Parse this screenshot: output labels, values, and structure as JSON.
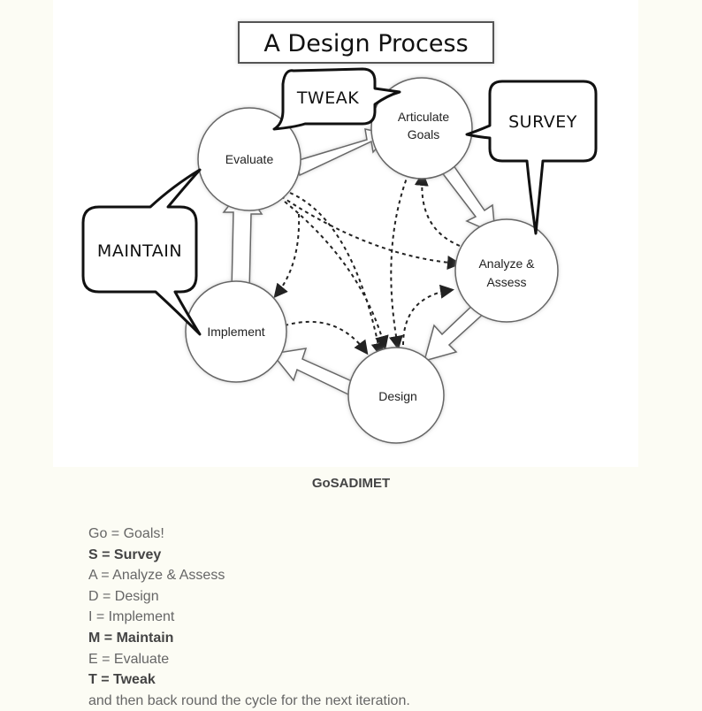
{
  "diagram": {
    "title": "A Design Process",
    "nodes": {
      "evaluate": "Evaluate",
      "articulate_line1": "Articulate",
      "articulate_line2": "Goals",
      "analyze_line1": "Analyze &",
      "analyze_line2": "Assess",
      "design": "Design",
      "implement": "Implement"
    },
    "bubbles": {
      "tweak": "TWEAK",
      "survey": "SURVEY",
      "maintain": "MAINTAIN"
    }
  },
  "caption": "GoSADIMET",
  "legend": [
    {
      "text": "Go = Goals!",
      "bold": false
    },
    {
      "text": "S = Survey",
      "bold": true
    },
    {
      "text": "A = Analyze & Assess",
      "bold": false
    },
    {
      "text": "D = Design",
      "bold": false
    },
    {
      "text": "I = Implement",
      "bold": false
    },
    {
      "text": "M = Maintain",
      "bold": true
    },
    {
      "text": "E = Evaluate",
      "bold": false
    },
    {
      "text": "T = Tweak",
      "bold": true
    },
    {
      "text": "and then back round the cycle for the next iteration.",
      "bold": false
    }
  ]
}
